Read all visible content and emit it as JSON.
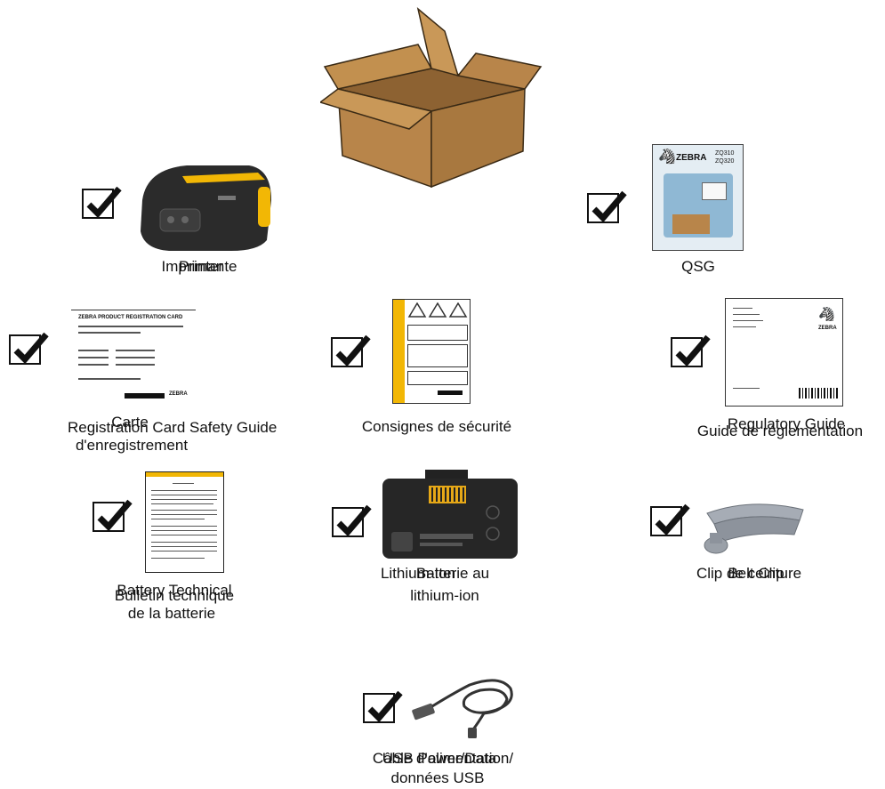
{
  "items": [
    {
      "label": "Imprimante",
      "overlay": "Printer"
    },
    {
      "label": "QSG",
      "overlay": ""
    },
    {
      "label_lines": [
        "Carte",
        "d'enregistrement"
      ],
      "overlay": "Registration Card Safety Guide"
    },
    {
      "label": "Consignes de sécurité",
      "overlay": ""
    },
    {
      "label": "Guide de réglementation",
      "overlay": "Regulatory Guide"
    },
    {
      "label_lines": [
        "Bulletin technique",
        "de la batterie"
      ],
      "overlay": "Battery Technical"
    },
    {
      "label_lines": [
        "Batterie au",
        "lithium-ion"
      ],
      "overlay": "Lithium-Ion"
    },
    {
      "label": "Clip de ceinture",
      "overlay": "Belt Clip"
    },
    {
      "label_lines": [
        "Câble d'alimentation/",
        "données USB"
      ],
      "overlay": "USB Power/Data"
    }
  ],
  "qsg_cover": {
    "brand": "ZEBRA",
    "models": [
      "ZQ310",
      "ZQ320"
    ]
  },
  "registration_card": {
    "heading": "ZEBRA PRODUCT REGISTRATION CARD",
    "brand": "ZEBRA"
  },
  "regulatory_guide": {
    "brand": "ZEBRA"
  },
  "colors": {
    "box": "#b8854a",
    "box_dark": "#8d6232",
    "zebra_yellow": "#f2b705",
    "printer": "#2b2b2b"
  }
}
